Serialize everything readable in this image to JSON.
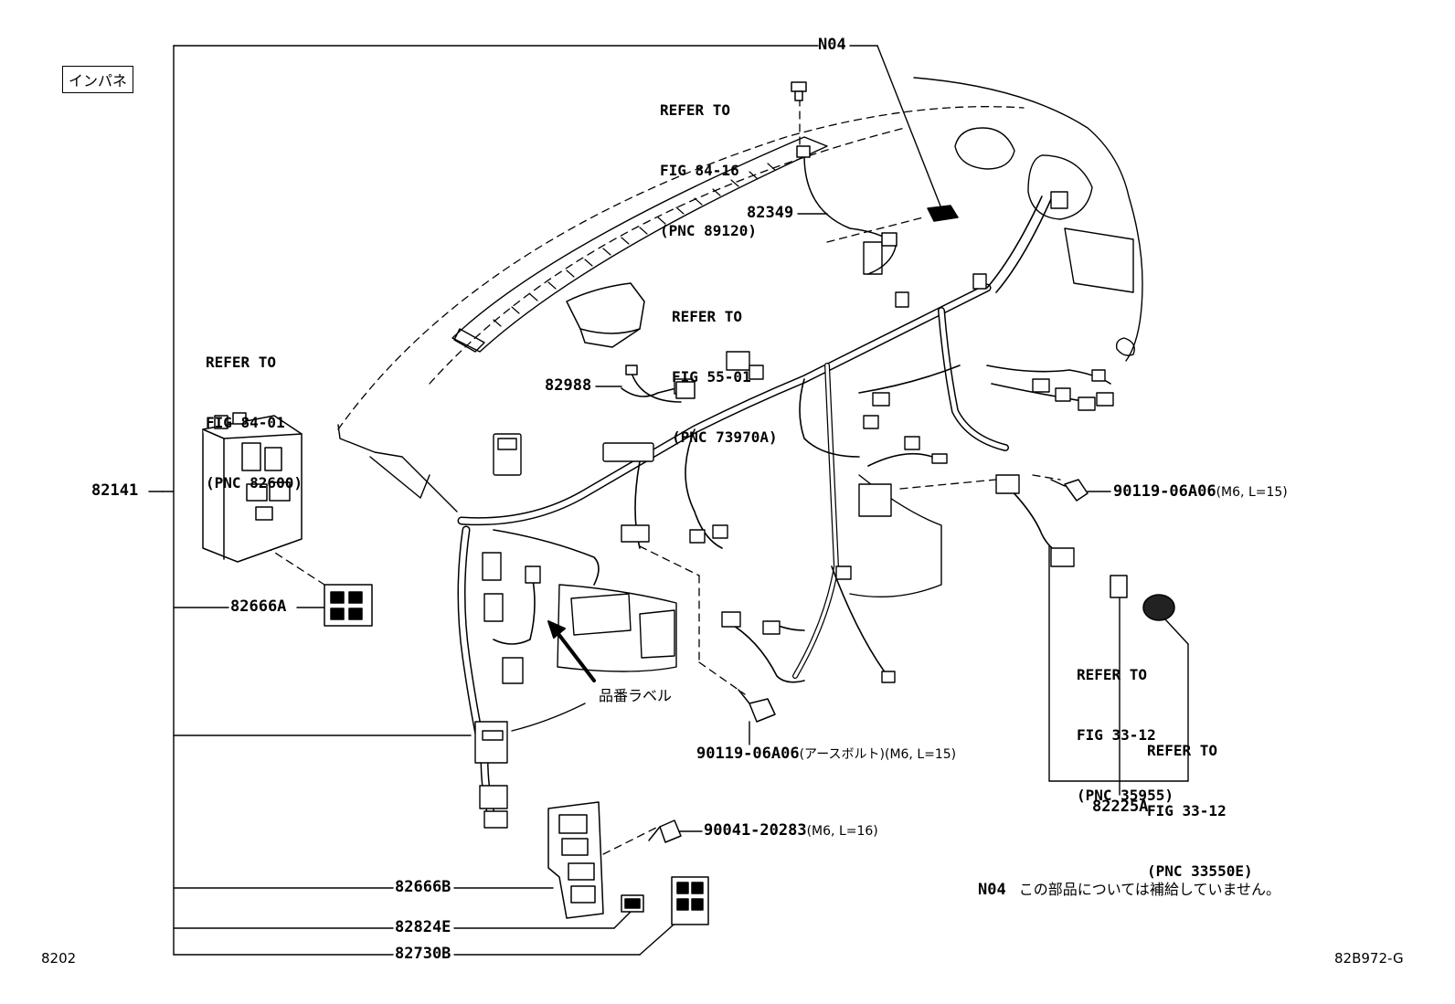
{
  "section_label": "インパネ",
  "footer": {
    "page_code": "8202",
    "figure_code": "82B972-G"
  },
  "note": {
    "code": "N04",
    "text": "この部品については補給していません。"
  },
  "callouts": {
    "n04_top": "N04",
    "p82349": "82349",
    "p82988": "82988",
    "p82141": "82141",
    "p82666A": "82666A",
    "p82666B": "82666B",
    "p82824E": "82824E",
    "p82730B": "82730B",
    "p82225A": "82225A",
    "bolt_right": {
      "part": "90119-06A06",
      "spec": "(M6, L=15)"
    },
    "bolt_ground": {
      "part": "90119-06A06",
      "spec": "(アースボルト)(M6, L=15)"
    },
    "bolt_lower": {
      "part": "90041-20283",
      "spec": "(M6, L=16)"
    },
    "label_tag": "品番ラベル"
  },
  "references": {
    "fig_84_16": {
      "line1": "REFER TO",
      "line2": "FIG 84-16",
      "line3": "(PNC 89120)"
    },
    "fig_55_01": {
      "line1": "REFER TO",
      "line2": "FIG 55-01",
      "line3": "(PNC 73970A)"
    },
    "fig_84_01": {
      "line1": "REFER TO",
      "line2": "FIG 84-01",
      "line3": "(PNC 82600)"
    },
    "fig_33_12_a": {
      "line1": "REFER TO",
      "line2": "FIG 33-12",
      "line3": "(PNC 35955)"
    },
    "fig_33_12_b": {
      "line1": "REFER TO",
      "line2": "FIG 33-12",
      "line3": "(PNC 33550E)"
    }
  }
}
